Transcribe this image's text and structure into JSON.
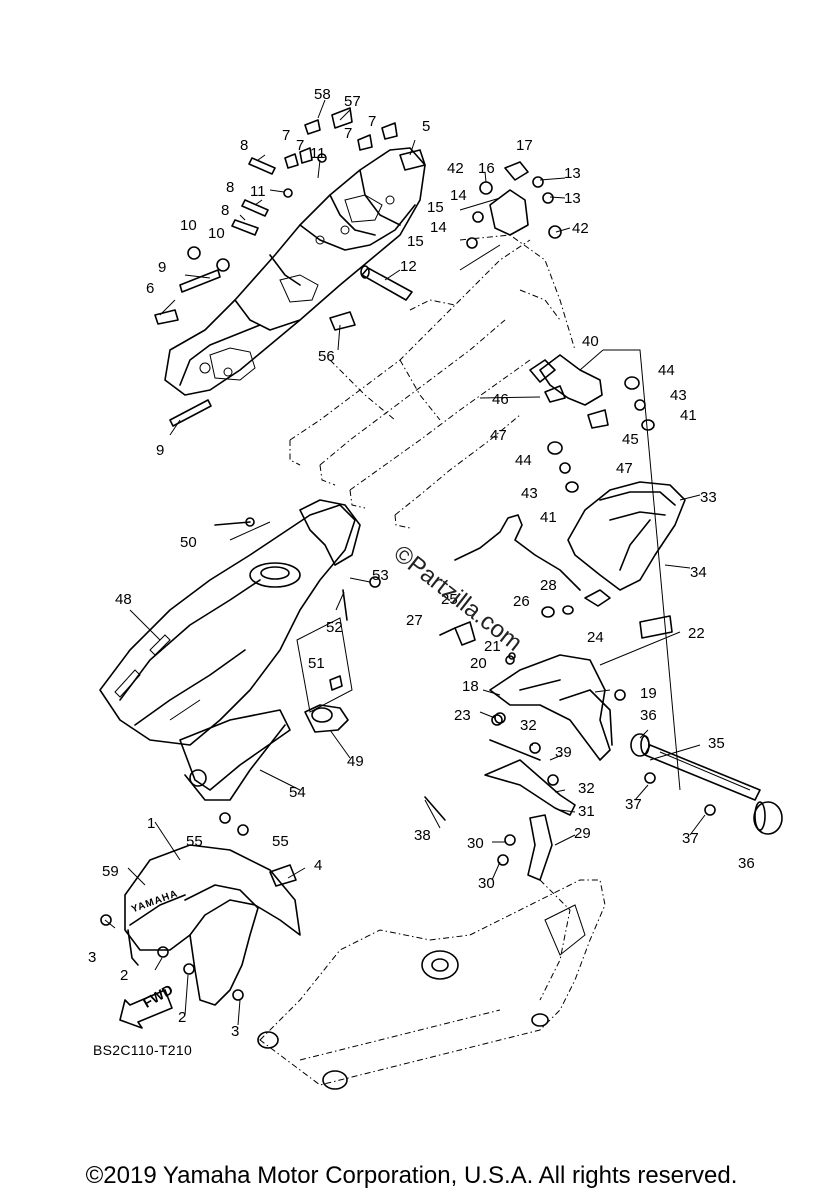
{
  "watermark": "©Partzilla.com",
  "diagram_code": "BS2C110-T210",
  "copyright": "©2019 Yamaha Motor Corporation, U.S.A. All rights reserved.",
  "direction_label": "FWD",
  "logo_text": "YAMAHA",
  "callouts": [
    {
      "id": "c58",
      "text": "58"
    },
    {
      "id": "c57",
      "text": "57"
    },
    {
      "id": "c7a",
      "text": "7"
    },
    {
      "id": "c7b",
      "text": "7"
    },
    {
      "id": "c7c",
      "text": "7"
    },
    {
      "id": "c7d",
      "text": "7"
    },
    {
      "id": "c5",
      "text": "5"
    },
    {
      "id": "c8a",
      "text": "8"
    },
    {
      "id": "c11a",
      "text": "11"
    },
    {
      "id": "c11b",
      "text": "11"
    },
    {
      "id": "c8b",
      "text": "8"
    },
    {
      "id": "c8c",
      "text": "8"
    },
    {
      "id": "c10a",
      "text": "10"
    },
    {
      "id": "c10b",
      "text": "10"
    },
    {
      "id": "c9a",
      "text": "9"
    },
    {
      "id": "c6",
      "text": "6"
    },
    {
      "id": "c9b",
      "text": "9"
    },
    {
      "id": "c56",
      "text": "56"
    },
    {
      "id": "c12",
      "text": "12"
    },
    {
      "id": "c17",
      "text": "17"
    },
    {
      "id": "c42a",
      "text": "42"
    },
    {
      "id": "c16",
      "text": "16"
    },
    {
      "id": "c13a",
      "text": "13"
    },
    {
      "id": "c13b",
      "text": "13"
    },
    {
      "id": "c14a",
      "text": "14"
    },
    {
      "id": "c15a",
      "text": "15"
    },
    {
      "id": "c14b",
      "text": "14"
    },
    {
      "id": "c42b",
      "text": "42"
    },
    {
      "id": "c15b",
      "text": "15"
    },
    {
      "id": "c40",
      "text": "40"
    },
    {
      "id": "c44a",
      "text": "44"
    },
    {
      "id": "c43a",
      "text": "43"
    },
    {
      "id": "c41a",
      "text": "41"
    },
    {
      "id": "c46",
      "text": "46"
    },
    {
      "id": "c45",
      "text": "45"
    },
    {
      "id": "c47a",
      "text": "47"
    },
    {
      "id": "c44b",
      "text": "44"
    },
    {
      "id": "c47b",
      "text": "47"
    },
    {
      "id": "c43b",
      "text": "43"
    },
    {
      "id": "c41b",
      "text": "41"
    },
    {
      "id": "c33",
      "text": "33"
    },
    {
      "id": "c50",
      "text": "50"
    },
    {
      "id": "c53",
      "text": "53"
    },
    {
      "id": "c34",
      "text": "34"
    },
    {
      "id": "c48",
      "text": "48"
    },
    {
      "id": "c28",
      "text": "28"
    },
    {
      "id": "c26",
      "text": "26"
    },
    {
      "id": "c52",
      "text": "52"
    },
    {
      "id": "c27",
      "text": "27"
    },
    {
      "id": "c25",
      "text": "25"
    },
    {
      "id": "c24",
      "text": "24"
    },
    {
      "id": "c22",
      "text": "22"
    },
    {
      "id": "c21",
      "text": "21"
    },
    {
      "id": "c51",
      "text": "51"
    },
    {
      "id": "c20",
      "text": "20"
    },
    {
      "id": "c18",
      "text": "18"
    },
    {
      "id": "c19",
      "text": "19"
    },
    {
      "id": "c23",
      "text": "23"
    },
    {
      "id": "c32a",
      "text": "32"
    },
    {
      "id": "c36a",
      "text": "36"
    },
    {
      "id": "c35",
      "text": "35"
    },
    {
      "id": "c49",
      "text": "49"
    },
    {
      "id": "c39",
      "text": "39"
    },
    {
      "id": "c32b",
      "text": "32"
    },
    {
      "id": "c54",
      "text": "54"
    },
    {
      "id": "c31",
      "text": "31"
    },
    {
      "id": "c37a",
      "text": "37"
    },
    {
      "id": "c1",
      "text": "1"
    },
    {
      "id": "c55a",
      "text": "55"
    },
    {
      "id": "c55b",
      "text": "55"
    },
    {
      "id": "c38",
      "text": "38"
    },
    {
      "id": "c29",
      "text": "29"
    },
    {
      "id": "c37b",
      "text": "37"
    },
    {
      "id": "c30a",
      "text": "30"
    },
    {
      "id": "c4",
      "text": "4"
    },
    {
      "id": "c59",
      "text": "59"
    },
    {
      "id": "c30b",
      "text": "30"
    },
    {
      "id": "c36b",
      "text": "36"
    },
    {
      "id": "c3a",
      "text": "3"
    },
    {
      "id": "c2a",
      "text": "2"
    },
    {
      "id": "c2b",
      "text": "2"
    },
    {
      "id": "c3b",
      "text": "3"
    }
  ]
}
